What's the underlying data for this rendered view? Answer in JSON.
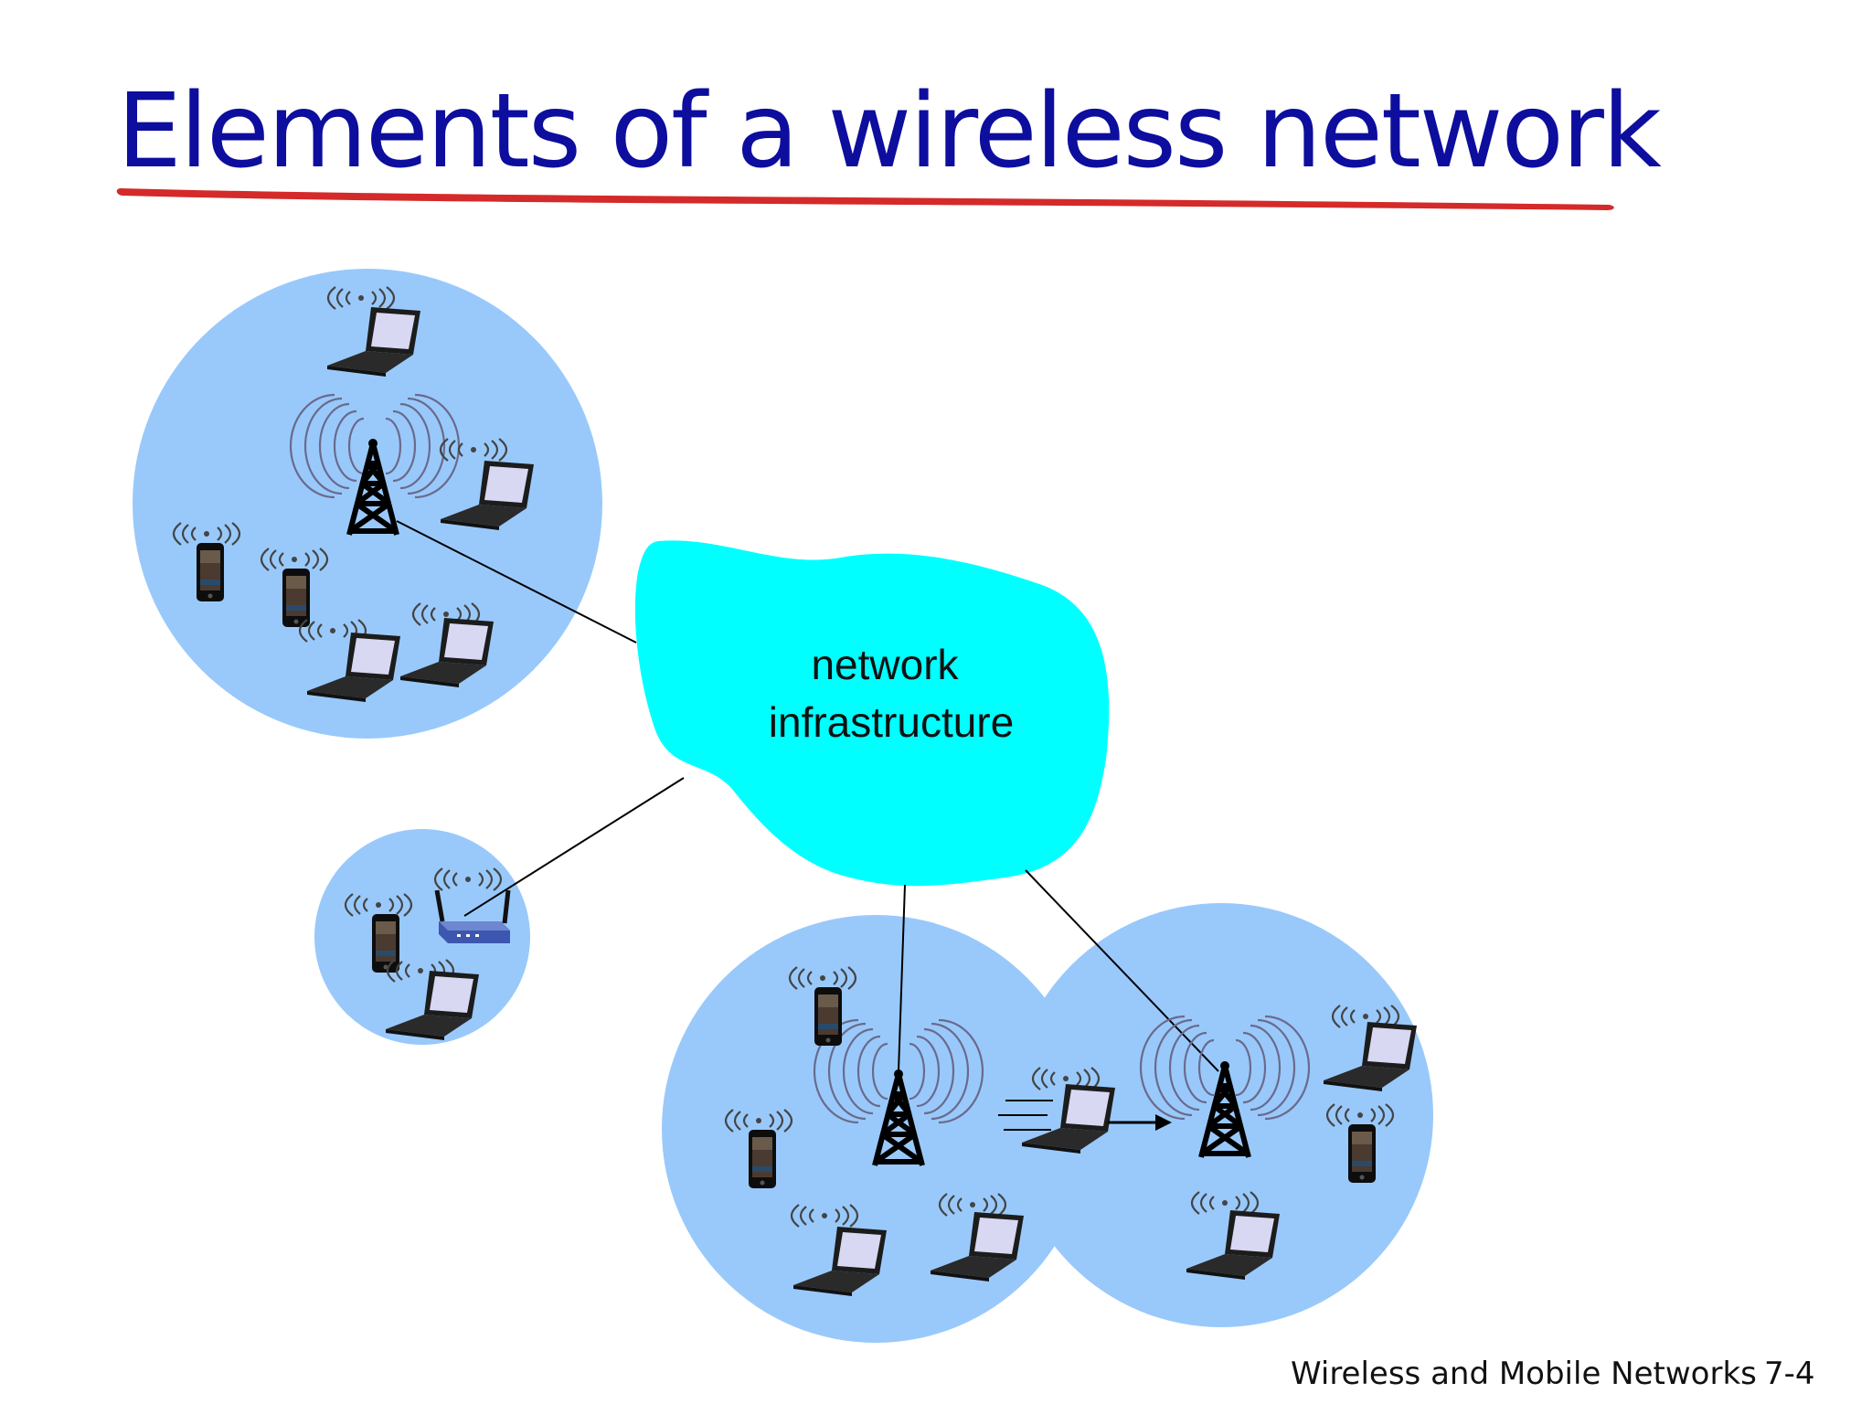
{
  "slide": {
    "title": "Elements of a wireless network",
    "footer": "Wireless and Mobile Networks",
    "page_number": "7-4"
  },
  "diagram": {
    "cloud_label_line1": "network",
    "cloud_label_line2": "infrastructure",
    "colors": {
      "title": "#0d0d9e",
      "title_underline": "#d42a2a",
      "coverage_area": "#99c9fb",
      "cloud": "#00ffff",
      "links": "#000000"
    },
    "icons": [
      "base-station-tower-icon",
      "wifi-router-icon",
      "laptop-icon",
      "smartphone-icon",
      "signal-waves-icon",
      "mobility-arrow-icon"
    ]
  }
}
